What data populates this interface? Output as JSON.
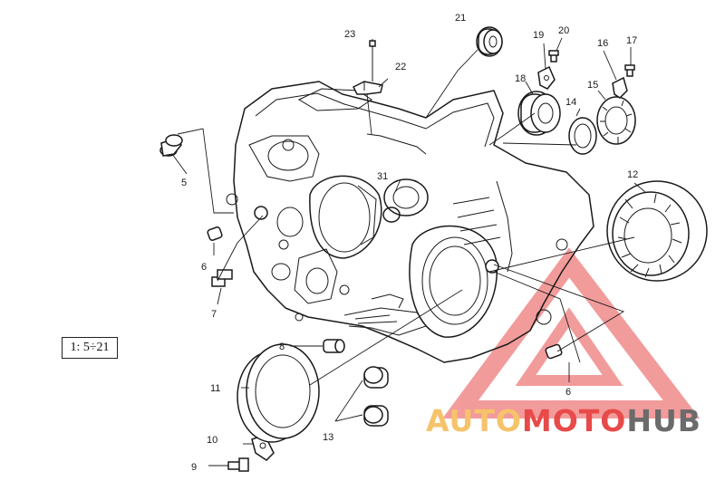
{
  "scale_label": "1: 5÷21",
  "watermark": {
    "part1": "AUTO",
    "part2": "MOTO",
    "part3": "HUB"
  },
  "callouts": [
    "5",
    "6",
    "7",
    "8",
    "9",
    "10",
    "11",
    "12",
    "13",
    "14",
    "15",
    "16",
    "17",
    "18",
    "19",
    "20",
    "21",
    "22",
    "23",
    "31",
    "6"
  ],
  "colors": {
    "line": "#1a1a1a",
    "wm_red": "#e84a4a",
    "wm_orange": "#f6c36b",
    "wm_grey": "#6b6b6b"
  }
}
